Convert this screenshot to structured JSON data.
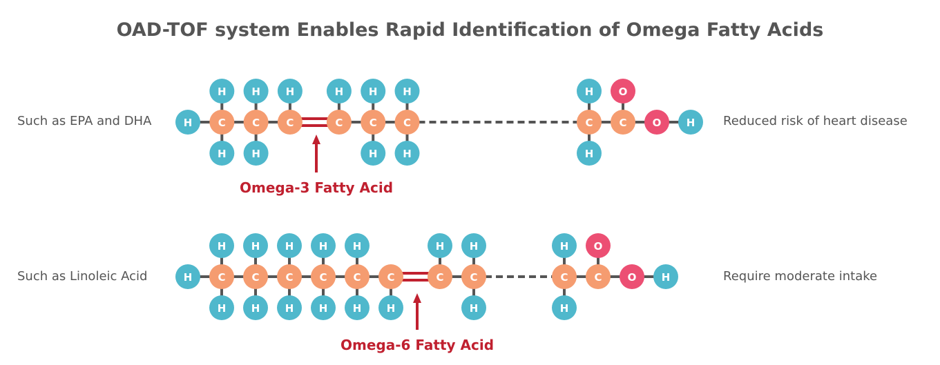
{
  "title": "OAD-TOF system Enables Rapid Identification of Omega Fatty Acids",
  "colors": {
    "H": "#4fb8cc",
    "C": "#f59c70",
    "O": "#ec4f73",
    "bond": "#555555",
    "accent": "#c0202f"
  },
  "molecules": [
    {
      "left_text": "Such as EPA and DHA",
      "right_text": "Reduced risk of heart disease",
      "label": "Omega-3 Fatty Acid",
      "head": [
        "H",
        "C",
        "C",
        "C",
        "=",
        "C",
        "C",
        "C"
      ],
      "head_above": [
        "",
        "H",
        "H",
        "H",
        "",
        "H",
        "H",
        "H"
      ],
      "head_below": [
        "",
        "H",
        "H",
        "",
        "",
        "",
        "H",
        "H"
      ],
      "tail": [
        "C",
        "C",
        "O",
        "H"
      ],
      "tail_above": [
        "H",
        "O",
        "",
        ""
      ],
      "tail_below": [
        "H",
        "",
        "",
        ""
      ]
    },
    {
      "left_text": "Such as Linoleic Acid",
      "right_text": "Require moderate intake",
      "label": "Omega-6 Fatty Acid",
      "head": [
        "H",
        "C",
        "C",
        "C",
        "C",
        "C",
        "C",
        "=",
        "C",
        "C"
      ],
      "head_above": [
        "",
        "H",
        "H",
        "H",
        "H",
        "H",
        "",
        "",
        "H",
        "H"
      ],
      "head_below": [
        "",
        "H",
        "H",
        "H",
        "H",
        "H",
        "H",
        "",
        "",
        "H"
      ],
      "tail": [
        "C",
        "C",
        "O",
        "H"
      ],
      "tail_above": [
        "H",
        "O",
        "",
        ""
      ],
      "tail_below": [
        "H",
        "",
        "",
        ""
      ]
    }
  ]
}
